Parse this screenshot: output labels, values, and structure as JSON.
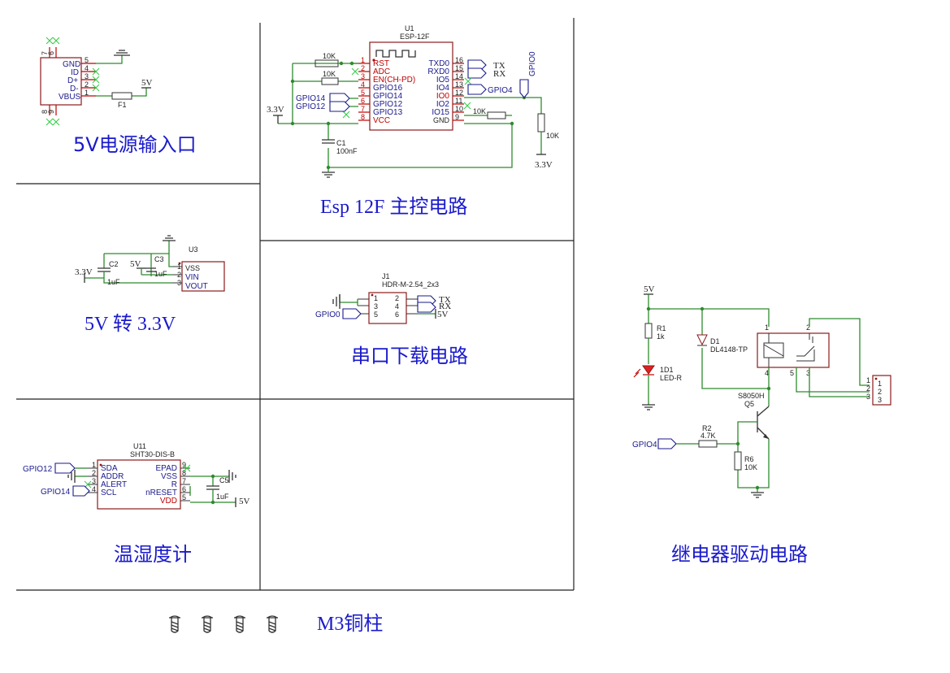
{
  "sections": {
    "power_in": "5V电源输入口",
    "esp": "Esp 12F 主控电路",
    "conv": "5V 转 3.3V",
    "serial": "串口下载电路",
    "sht": "温湿度计",
    "relay": "继电器驱动电路",
    "standoff": "M3铜柱"
  },
  "usb": {
    "pins": [
      "GND",
      "ID",
      "D+",
      "D-",
      "VBUS"
    ],
    "pin_nums": [
      "5",
      "4",
      "3",
      "2",
      "1"
    ],
    "top_nums": [
      "7",
      "6"
    ],
    "bot_nums": [
      "8",
      "9"
    ],
    "fuse": "F1",
    "net": "5V"
  },
  "esp": {
    "ref": "U1",
    "part": "ESP-12F",
    "left_pins": [
      "RST",
      "ADC",
      "EN(CH-PD)",
      "GPIO16",
      "GPIO14",
      "GPIO12",
      "GPIO13",
      "VCC"
    ],
    "left_nums": [
      "1",
      "2",
      "3",
      "4",
      "5",
      "6",
      "7",
      "8"
    ],
    "right_pins": [
      "TXD0",
      "RXD0",
      "IO5",
      "IO4",
      "IO0",
      "IO2",
      "IO15",
      "GND"
    ],
    "right_nums": [
      "16",
      "15",
      "14",
      "13",
      "12",
      "11",
      "10",
      "9"
    ],
    "r_rst": "10K",
    "r_en": "10K",
    "r_io15": "10K",
    "r_io0": "10K",
    "cap_ref": "C1",
    "cap_val": "100nF",
    "v33_left": "3.3V",
    "v33_right": "3.3V",
    "flag_gpio14": "GPIO14",
    "flag_gpio12": "GPIO12",
    "flag_gpio4": "GPIO4",
    "flag_gpio0": "GPIO0",
    "tx": "TX",
    "rx": "RX"
  },
  "ldo": {
    "ref": "U3",
    "pins": [
      "VSS",
      "VIN",
      "VOUT"
    ],
    "nums": [
      "1",
      "2",
      "3"
    ],
    "c2": "C2",
    "c2v": "1uF",
    "c3": "C3",
    "c3v": "1uF",
    "v33": "3.3V",
    "v5": "5V"
  },
  "hdr": {
    "ref": "J1",
    "part": "HDR-M-2.54_2x3",
    "left_nums": [
      "1",
      "3",
      "5"
    ],
    "right_nums": [
      "2",
      "4",
      "6"
    ],
    "tx": "TX",
    "rx": "RX",
    "v5": "5V",
    "gpio0": "GPIO0"
  },
  "sht": {
    "ref": "U11",
    "part": "SHT30-DIS-B",
    "left_pins": [
      "SDA",
      "ADDR",
      "ALERT",
      "SCL"
    ],
    "left_nums": [
      "1",
      "2",
      "3",
      "4"
    ],
    "right_pins": [
      "EPAD",
      "VSS",
      "R",
      "nRESET",
      "VDD"
    ],
    "right_nums": [
      "9",
      "8",
      "7",
      "6",
      "5"
    ],
    "c5": "C5",
    "c5v": "1uF",
    "v5": "5V",
    "gpio12": "GPIO12",
    "gpio14": "GPIO14"
  },
  "relay": {
    "v5": "5V",
    "r1": "R1",
    "r1v": "1k",
    "d1led": "1D1",
    "ledv": "LED-R",
    "d1": "D1",
    "d1v": "DL4148-TP",
    "q": "S8050H",
    "qref": "Q5",
    "r2": "R2",
    "r2v": "4.7K",
    "r6": "R6",
    "r6v": "10K",
    "gpio4": "GPIO4",
    "k_pins": [
      "1",
      "2",
      "4",
      "5",
      "3"
    ],
    "conn_pins": [
      "1",
      "2",
      "3"
    ],
    "conn_nums": [
      "1",
      "2",
      "3"
    ]
  }
}
